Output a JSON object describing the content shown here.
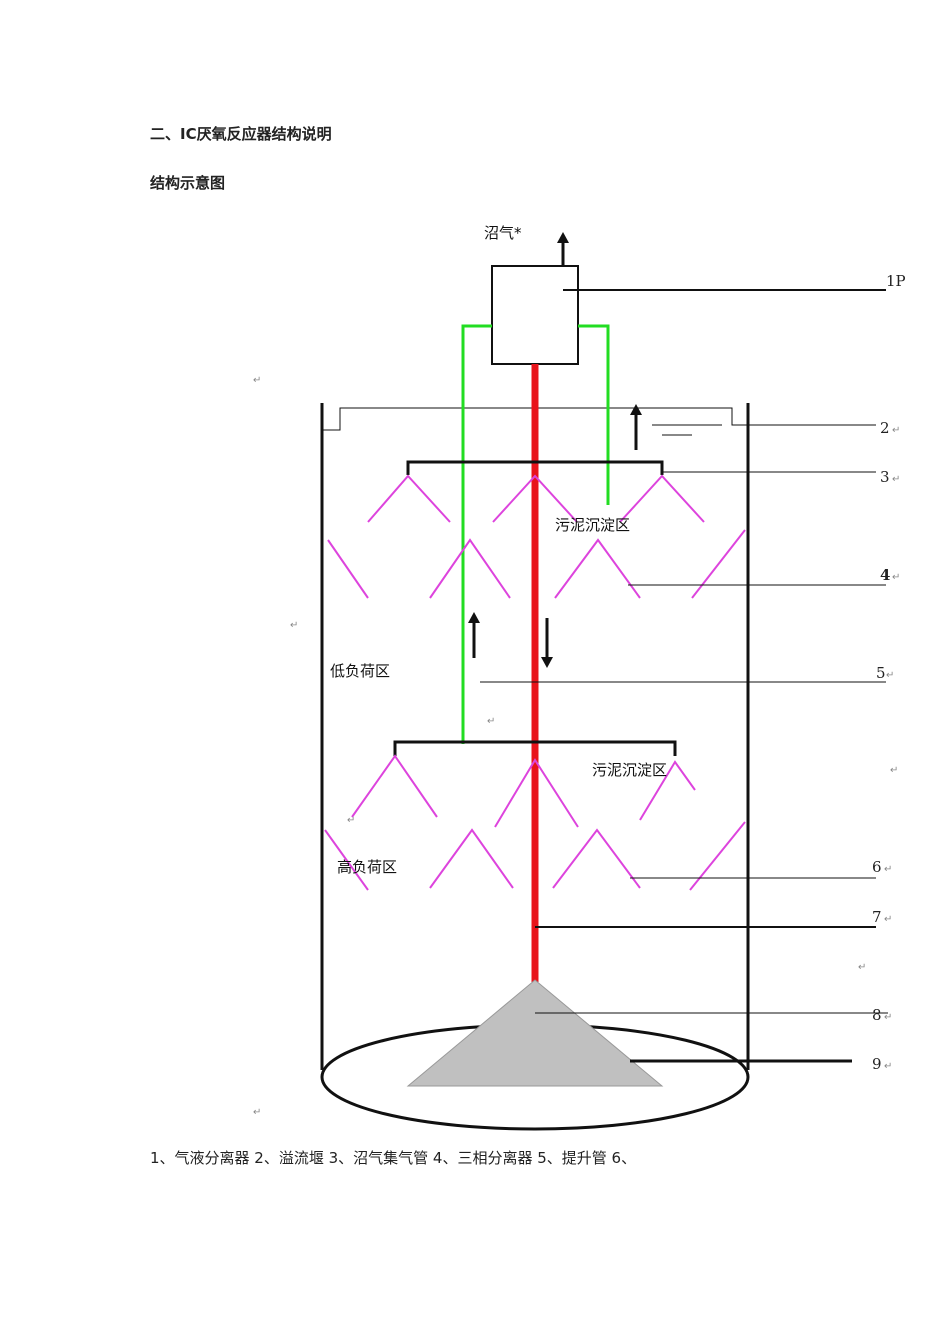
{
  "document": {
    "section_heading": "二、IC厌氧反应器结构说明",
    "diagram_heading": "结构示意图",
    "caption": "1、气液分离器 2、溢流堰 3、沼气集气管 4、三相分离器 5、提升管 6、"
  },
  "diagram": {
    "labels": {
      "biogas": "沼气*",
      "sludge_zone_upper": "污泥沉淀区",
      "sludge_zone_lower": "污泥沉淀区",
      "low_load_zone": "低负荷区",
      "high_load_zone": "高负荷区"
    },
    "callouts": [
      "1P",
      "2",
      "3",
      "4",
      "5",
      "6",
      "7",
      "8",
      "9"
    ],
    "return_mark": "↵",
    "colors": {
      "riser_pipe": "#e8141b",
      "gas_pipe": "#22dd22",
      "separator": "#dd44dd",
      "cone": "#c0c0c0",
      "outline": "#111111"
    }
  }
}
